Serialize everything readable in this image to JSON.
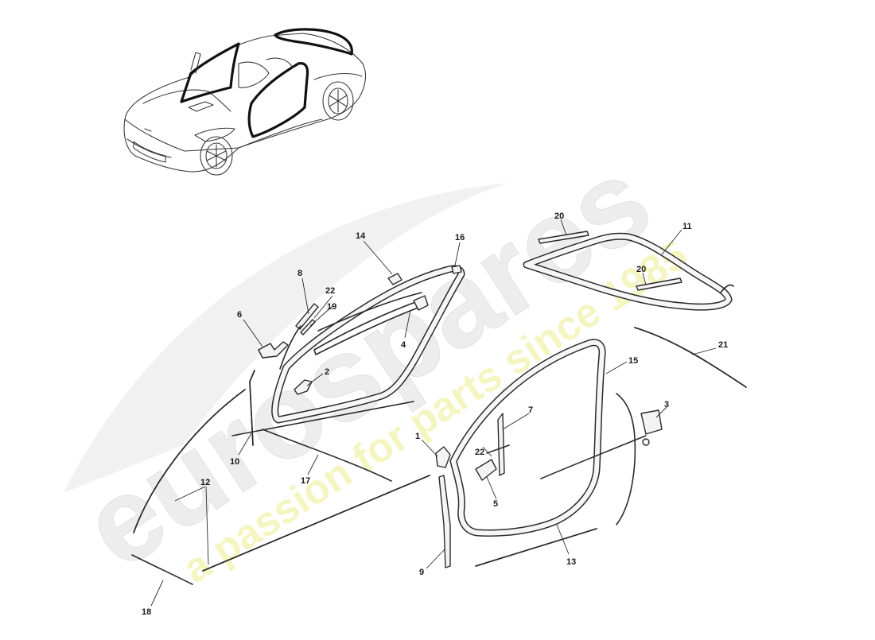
{
  "watermark": {
    "brand": "eurospares",
    "tagline": "a passion for parts since 1985"
  },
  "callouts": [
    {
      "id": "c1",
      "label": "1"
    },
    {
      "id": "c2",
      "label": "2"
    },
    {
      "id": "c3",
      "label": "3"
    },
    {
      "id": "c4",
      "label": "4"
    },
    {
      "id": "c5",
      "label": "5"
    },
    {
      "id": "c6",
      "label": "6"
    },
    {
      "id": "c7",
      "label": "7"
    },
    {
      "id": "c8",
      "label": "8"
    },
    {
      "id": "c9",
      "label": "9"
    },
    {
      "id": "c10",
      "label": "10"
    },
    {
      "id": "c11",
      "label": "11"
    },
    {
      "id": "c12",
      "label": "12"
    },
    {
      "id": "c13",
      "label": "13"
    },
    {
      "id": "c14",
      "label": "14"
    },
    {
      "id": "c15",
      "label": "15"
    },
    {
      "id": "c16",
      "label": "16"
    },
    {
      "id": "c17",
      "label": "17"
    },
    {
      "id": "c18",
      "label": "18"
    },
    {
      "id": "c19",
      "label": "19"
    },
    {
      "id": "c20a",
      "label": "20"
    },
    {
      "id": "c20b",
      "label": "20"
    },
    {
      "id": "c21",
      "label": "21"
    },
    {
      "id": "c22a",
      "label": "22"
    },
    {
      "id": "c22b",
      "label": "22"
    }
  ]
}
